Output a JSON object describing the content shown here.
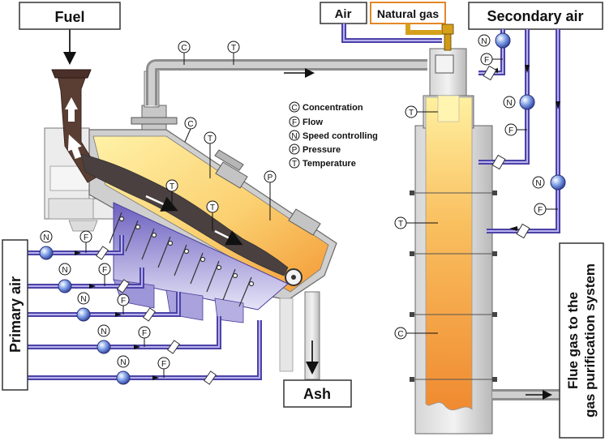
{
  "labels": {
    "fuel": "Fuel",
    "air": "Air",
    "natural_gas": "Natural gas",
    "secondary_air": "Secondary air",
    "primary_air": "Primary air",
    "ash": "Ash",
    "flue_gas_line1": "Flue gas to the",
    "flue_gas_line2": "gas purification system"
  },
  "legend": [
    {
      "symbol": "C",
      "text": "Concentration"
    },
    {
      "symbol": "F",
      "text": "Flow"
    },
    {
      "symbol": "N",
      "text": "Speed controlling"
    },
    {
      "symbol": "P",
      "text": "Pressure"
    },
    {
      "symbol": "T",
      "text": "Temperature"
    }
  ],
  "symbols": {
    "C": "C",
    "F": "F",
    "N": "N",
    "P": "P",
    "T": "T"
  },
  "colors": {
    "pipe_blue": "#5b50b4",
    "pipe_grey": "#9a9a9a",
    "kiln_fill": "#f6b84a",
    "hopper": "#5a3f36",
    "grate_purple": "#8f87d2",
    "fuel_box_border": "#333333",
    "natural_gas_border": "#e07a10"
  }
}
